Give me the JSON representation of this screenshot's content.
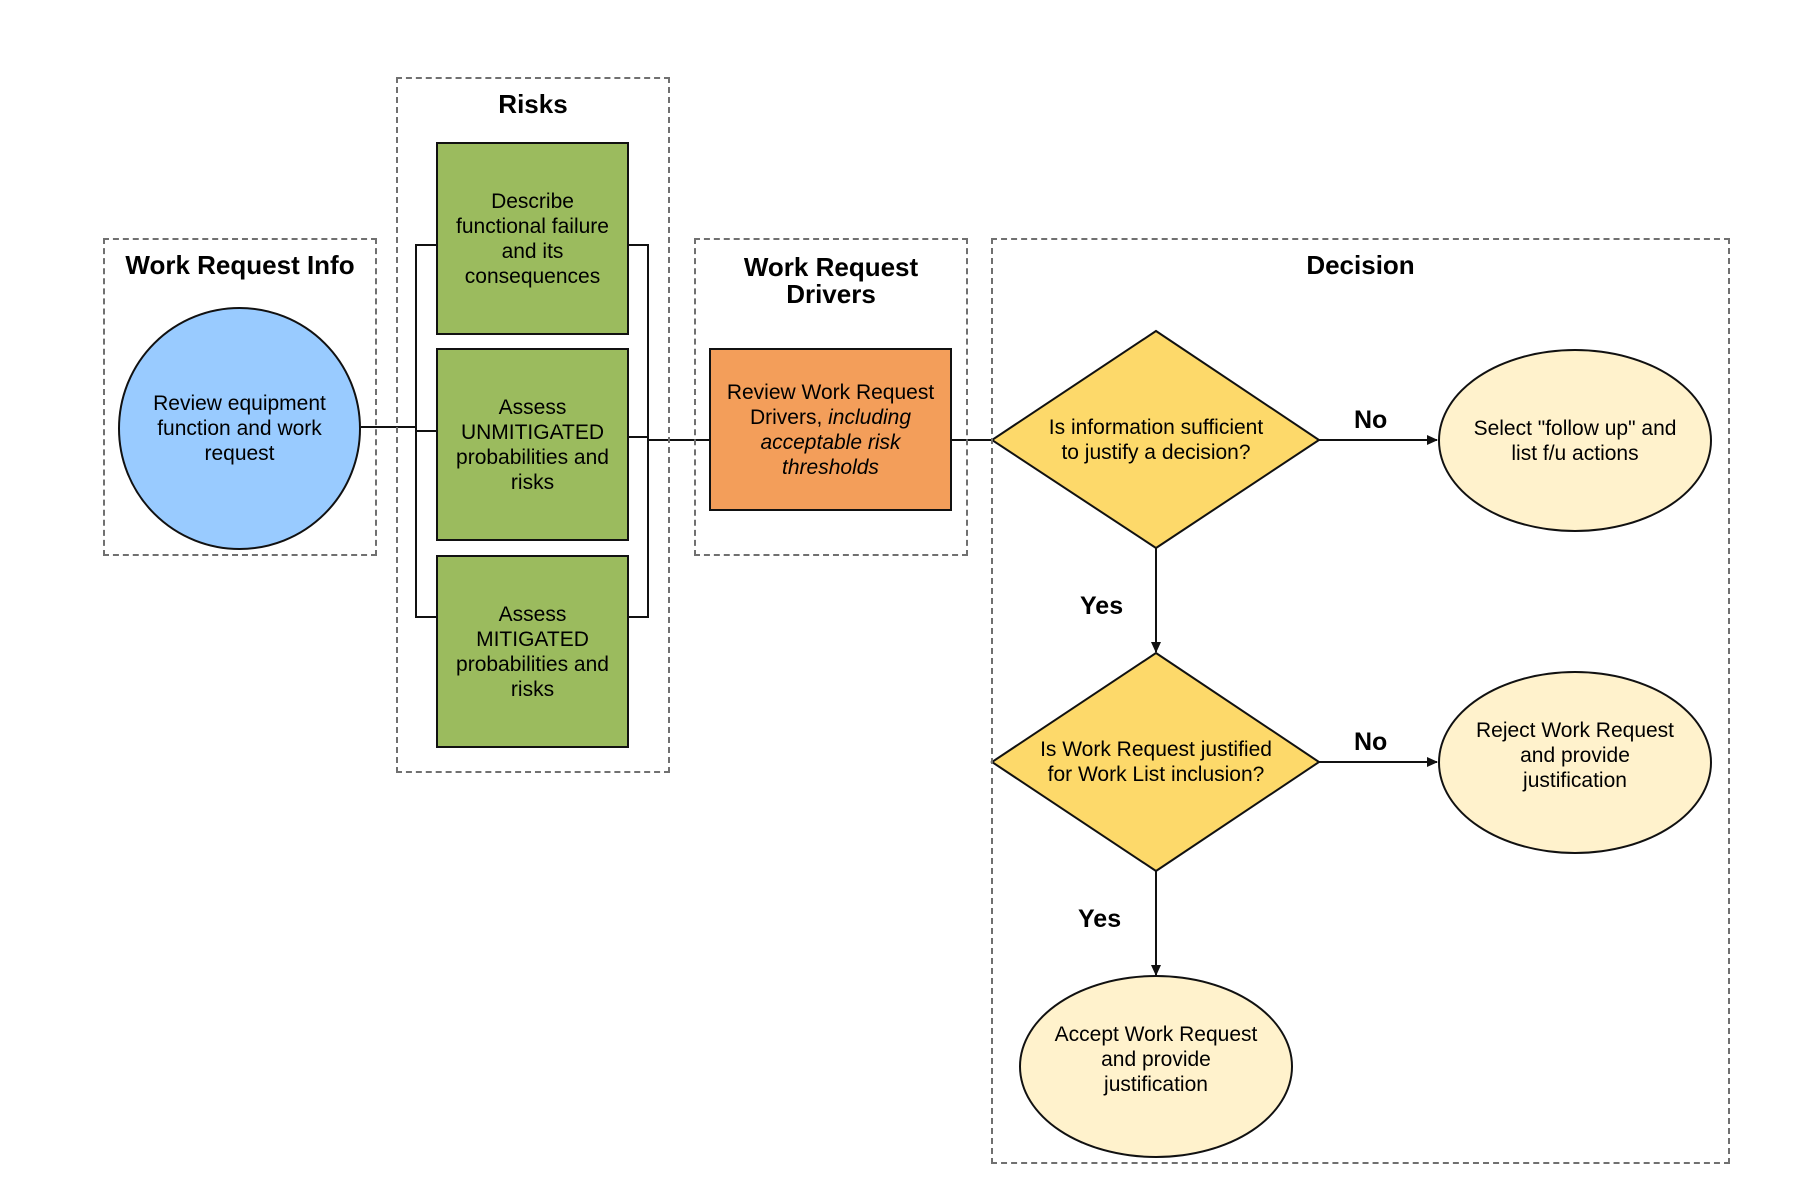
{
  "lanes": {
    "info": "Work Request Info",
    "risks": "Risks",
    "drivers_line1": "Work Request",
    "drivers_line2": "Drivers",
    "decision": "Decision"
  },
  "nodes": {
    "review_equipment": [
      "Review equipment",
      "function and work",
      "request"
    ],
    "describe_failure": [
      "Describe",
      "functional failure",
      "and its",
      "consequences"
    ],
    "assess_unmitigated": [
      "Assess",
      "UNMITIGATED",
      "probabilities and",
      "risks"
    ],
    "assess_mitigated": [
      "Assess",
      "MITIGATED",
      "probabilities and",
      "risks"
    ],
    "review_drivers_line1": "Review Work Request",
    "review_drivers_line2a": "Drivers, ",
    "review_drivers_line2b": "including",
    "review_drivers_line3": "acceptable risk",
    "review_drivers_line4": "thresholds",
    "decision_info": [
      "Is information sufficient",
      "to justify a decision?"
    ],
    "decision_justified": [
      "Is Work Request justified",
      "for Work List inclusion?"
    ],
    "follow_up": [
      "Select \"follow up\" and",
      "list f/u actions"
    ],
    "reject": [
      "Reject Work Request",
      "and provide",
      "justification"
    ],
    "accept": [
      "Accept Work Request",
      "and provide",
      "justification"
    ]
  },
  "edge_labels": {
    "no_1": "No",
    "yes_1": "Yes",
    "no_2": "No",
    "yes_2": "Yes"
  },
  "colors": {
    "circle_blue": "#99cbff",
    "risk_green": "#9bbb5e",
    "driver_orange": "#f39e5a",
    "diamond_yellow": "#fdd96a",
    "outcome_cream": "#fff2cc"
  }
}
